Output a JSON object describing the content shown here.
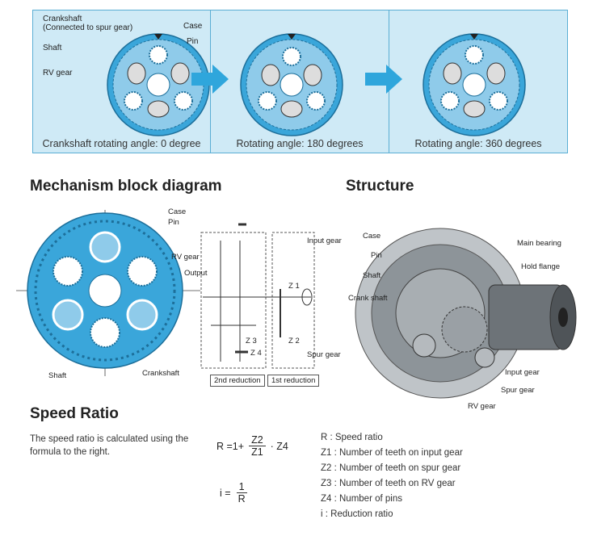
{
  "top_panels": {
    "p1": {
      "caption": "Crankshaft rotating angle: 0 degree",
      "labels": {
        "crankshaft": "Crankshaft",
        "crankshaft_note": "(Connected to spur gear)",
        "case": "Case",
        "pin": "Pin",
        "shaft": "Shaft",
        "rv_gear": "RV gear"
      }
    },
    "p2": {
      "caption": "Rotating angle: 180 degrees"
    },
    "p3": {
      "caption": "Rotating angle: 360 degrees"
    }
  },
  "mechanism": {
    "title": "Mechanism block diagram",
    "labels": {
      "case": "Case",
      "pin": "Pin",
      "rv_gear": "RV gear",
      "output": "Output",
      "shaft": "Shaft",
      "crankshaft": "Crankshaft",
      "input_gear": "Input gear",
      "spur_gear": "Spur gear",
      "z1": "Z 1",
      "z2": "Z 2",
      "z3": "Z 3",
      "z4": "Z 4",
      "reduction2": "2nd reduction",
      "reduction1": "1st reduction"
    }
  },
  "structure": {
    "title": "Structure",
    "labels": {
      "case": "Case",
      "pin": "Pin",
      "shaft": "Shaft",
      "crank_shaft": "Crank shaft",
      "main_bearing": "Main bearing",
      "hold_flange": "Hold flange",
      "input_gear": "Input gear",
      "spur_gear": "Spur gear",
      "rv_gear": "RV gear"
    }
  },
  "speed_ratio": {
    "title": "Speed Ratio",
    "description": "The speed ratio is calculated using the formula to the right.",
    "formula1": {
      "lhs": "R =1+",
      "num": "Z2",
      "den": "Z1",
      "tail": "· Z4"
    },
    "formula2": {
      "lhs": "i =",
      "num": "1",
      "den": "R"
    },
    "legend": [
      "R  : Speed ratio",
      "Z1 : Number of teeth on input gear",
      "Z2 : Number of teeth on spur gear",
      "Z3 : Number of teeth on RV gear",
      "Z4 : Number of pins",
      "i    : Reduction ratio"
    ]
  },
  "colors": {
    "panel_bg": "#cfeaf6",
    "panel_border": "#5aaed4",
    "disc": "#3aa6da",
    "arrow": "#2fa6dc",
    "gear": "#8fcbea"
  }
}
